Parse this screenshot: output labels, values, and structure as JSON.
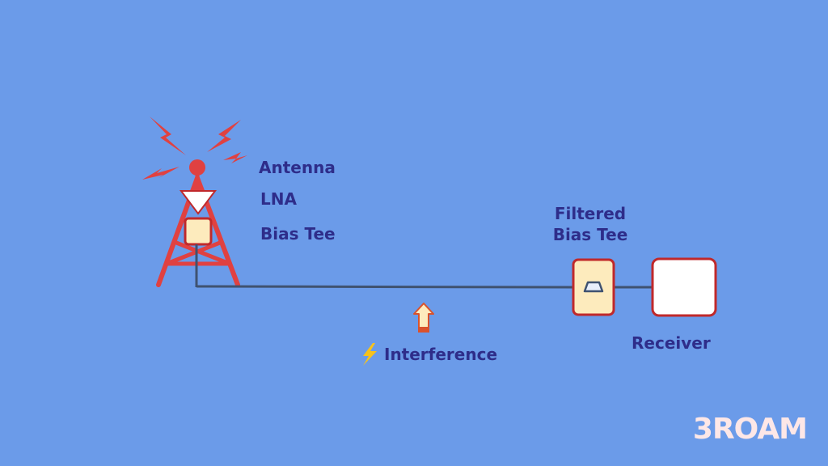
{
  "labels": {
    "antenna": "Antenna",
    "lna": "LNA",
    "bias_tee": "Bias Tee",
    "filtered_bias_tee_line1": "Filtered",
    "filtered_bias_tee_line2": "Bias Tee",
    "receiver": "Receiver",
    "interference": "Interference"
  },
  "logo": "3ROAM",
  "colors": {
    "background": "#6b9be9",
    "tower": "#e04141",
    "label_text": "#2e2d8a",
    "component_fill": "#fdebbd",
    "component_border": "#c0292b",
    "cable": "#3f5270",
    "logo": "#fde7e7"
  },
  "icons": {
    "interference_symbol": "lightning-bolt-icon",
    "interference_arrow": "up-arrow-icon"
  }
}
